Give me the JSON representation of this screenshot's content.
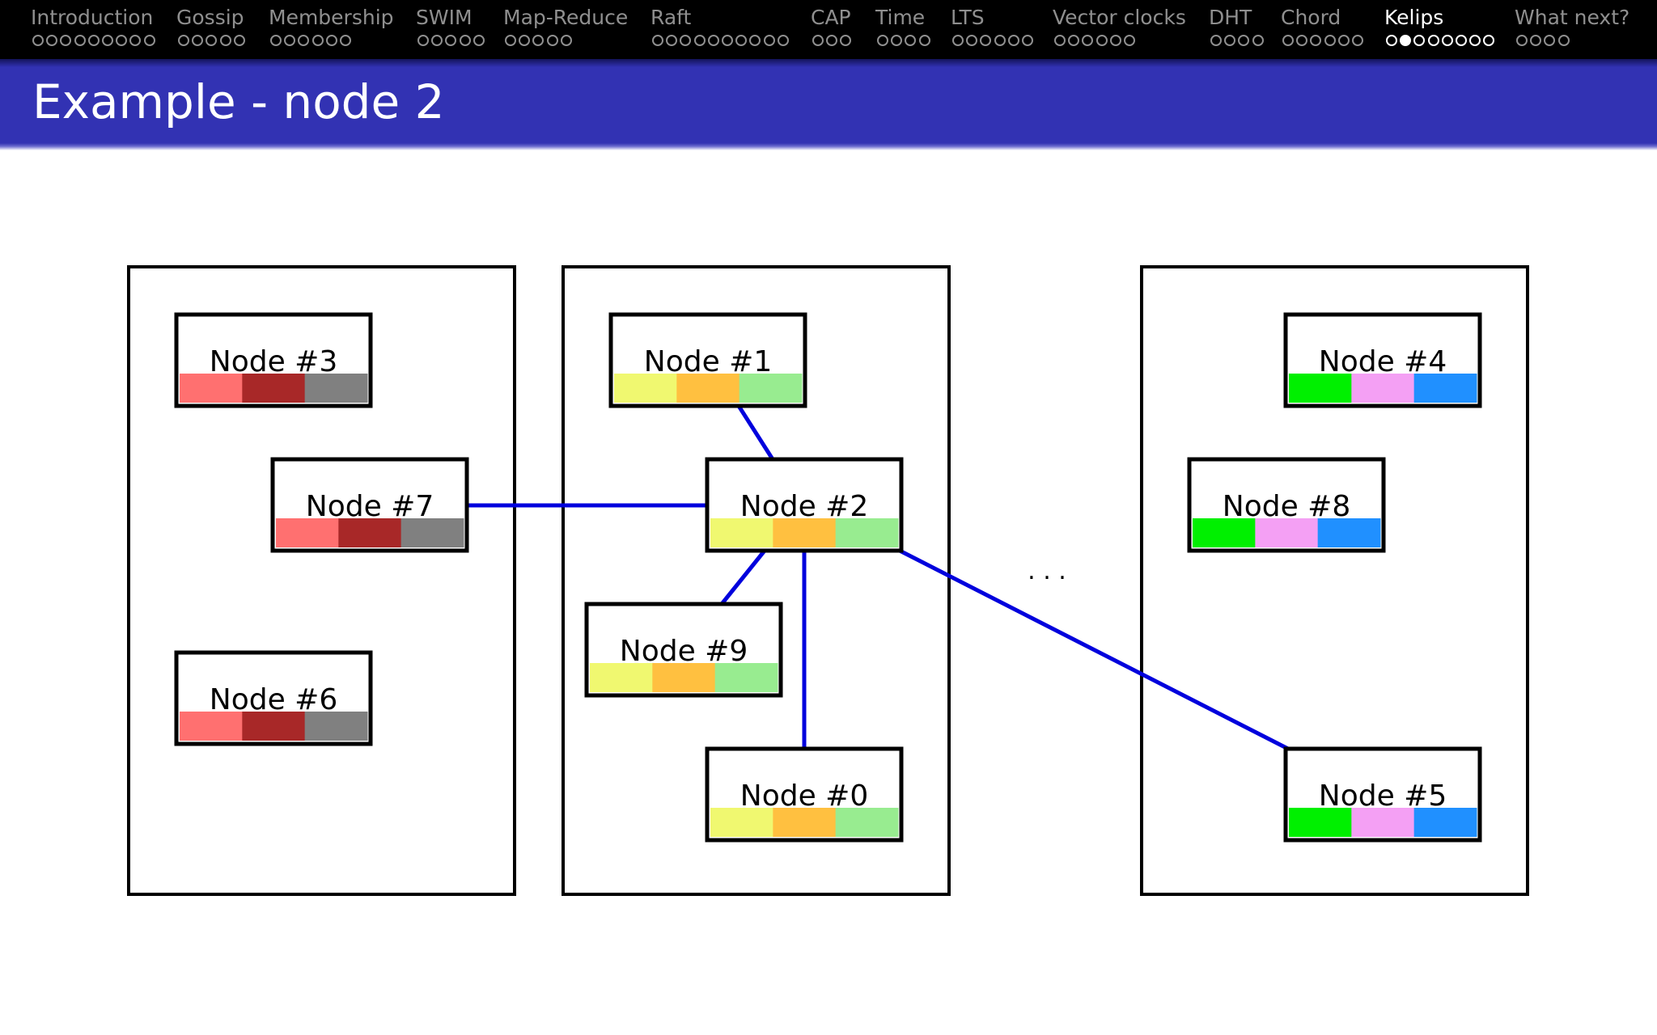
{
  "nav": {
    "sections": [
      {
        "label": "Introduction",
        "dots": 9,
        "active_dot": -1
      },
      {
        "label": "Gossip",
        "dots": 5,
        "active_dot": -1
      },
      {
        "label": "Membership",
        "dots": 6,
        "active_dot": -1
      },
      {
        "label": "SWIM",
        "dots": 5,
        "active_dot": -1
      },
      {
        "label": "Map-Reduce",
        "dots": 5,
        "active_dot": -1
      },
      {
        "label": "Raft",
        "dots": 10,
        "active_dot": -1
      },
      {
        "label": "CAP",
        "dots": 3,
        "active_dot": -1
      },
      {
        "label": "Time",
        "dots": 4,
        "active_dot": -1
      },
      {
        "label": "LTS",
        "dots": 6,
        "active_dot": -1
      },
      {
        "label": "Vector clocks",
        "dots": 6,
        "active_dot": -1
      },
      {
        "label": "DHT",
        "dots": 4,
        "active_dot": -1
      },
      {
        "label": "Chord",
        "dots": 6,
        "active_dot": -1
      },
      {
        "label": "Kelips",
        "dots": 8,
        "active_dot": 1,
        "current": true
      },
      {
        "label": "What next?",
        "dots": 4,
        "active_dot": -1
      }
    ]
  },
  "slide": {
    "title": "Example - node 2"
  },
  "diagram": {
    "ellipsis": ". . .",
    "nodes": [
      {
        "label": "Node #3",
        "group": 0
      },
      {
        "label": "Node #7",
        "group": 0
      },
      {
        "label": "Node #6",
        "group": 0
      },
      {
        "label": "Node #1",
        "group": 1
      },
      {
        "label": "Node #2",
        "group": 1
      },
      {
        "label": "Node #9",
        "group": 1
      },
      {
        "label": "Node #0",
        "group": 1
      },
      {
        "label": "Node #4",
        "group": 2
      },
      {
        "label": "Node #8",
        "group": 2
      },
      {
        "label": "Node #5",
        "group": 2
      }
    ],
    "group_colors": [
      [
        "#ff7070",
        "#a82828",
        "#808080"
      ],
      [
        "#f0f870",
        "#ffc040",
        "#98ec90"
      ],
      [
        "#00f000",
        "#f4a0f4",
        "#2090ff"
      ]
    ],
    "edges": [
      [
        "Node #2",
        "Node #1"
      ],
      [
        "Node #2",
        "Node #7"
      ],
      [
        "Node #2",
        "Node #9"
      ],
      [
        "Node #2",
        "Node #0"
      ],
      [
        "Node #2",
        "Node #5"
      ]
    ],
    "edge_color": "#0000dd"
  }
}
